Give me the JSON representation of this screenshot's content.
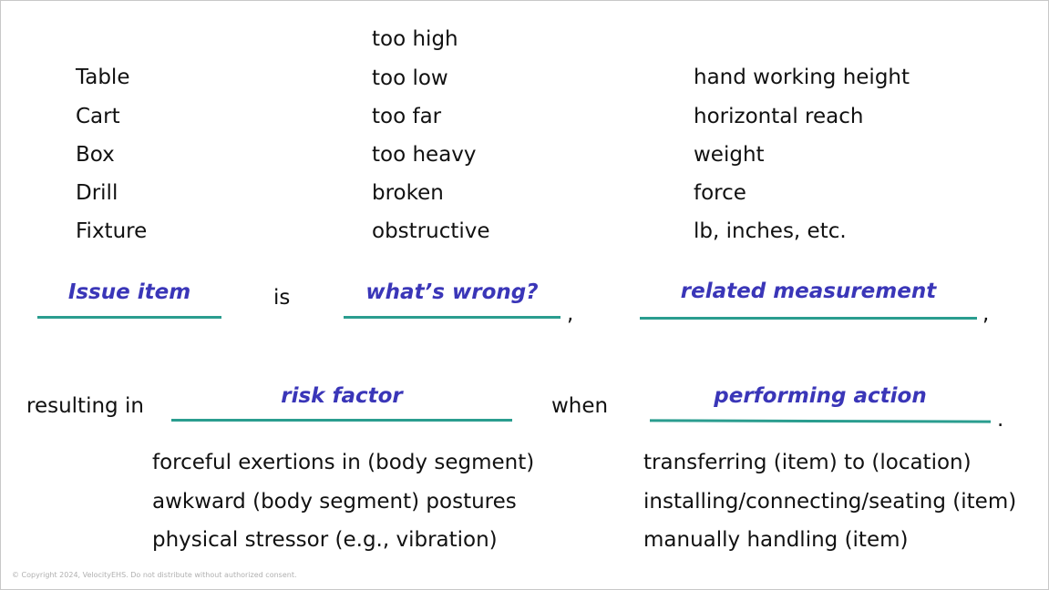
{
  "items": [
    "Table",
    "Cart",
    "Box",
    "Drill",
    "Fixture"
  ],
  "problems": [
    "too high",
    "too low",
    "too far",
    "too heavy",
    "broken",
    "obstructive"
  ],
  "measurements": [
    "hand working height",
    "horizontal reach",
    "weight",
    "force",
    "lb, inches, etc."
  ],
  "sentence1": {
    "issue_item": "Issue item",
    "is_word": "is",
    "whats_wrong": "what’s wrong?",
    "comma1": ",",
    "related_measurement": "related measurement",
    "comma2": ","
  },
  "sentence2": {
    "resulting_in": "resulting in",
    "risk_factor": "risk factor",
    "when_word": "when",
    "performing_action": "performing action",
    "period": "."
  },
  "risk_factors": [
    "forceful exertions in (body segment)",
    "awkward (body segment) postures",
    "physical stressor (e.g., vibration)"
  ],
  "actions": [
    "transferring (item) to (location)",
    "installing/connecting/seating (item)",
    "manually handling (item)"
  ],
  "copyright": "© Copyright 2024, VelocityEHS. Do not distribute without authorized consent.",
  "colors": {
    "label_text": "#3a36b8",
    "underline": "#2a9d8f"
  }
}
